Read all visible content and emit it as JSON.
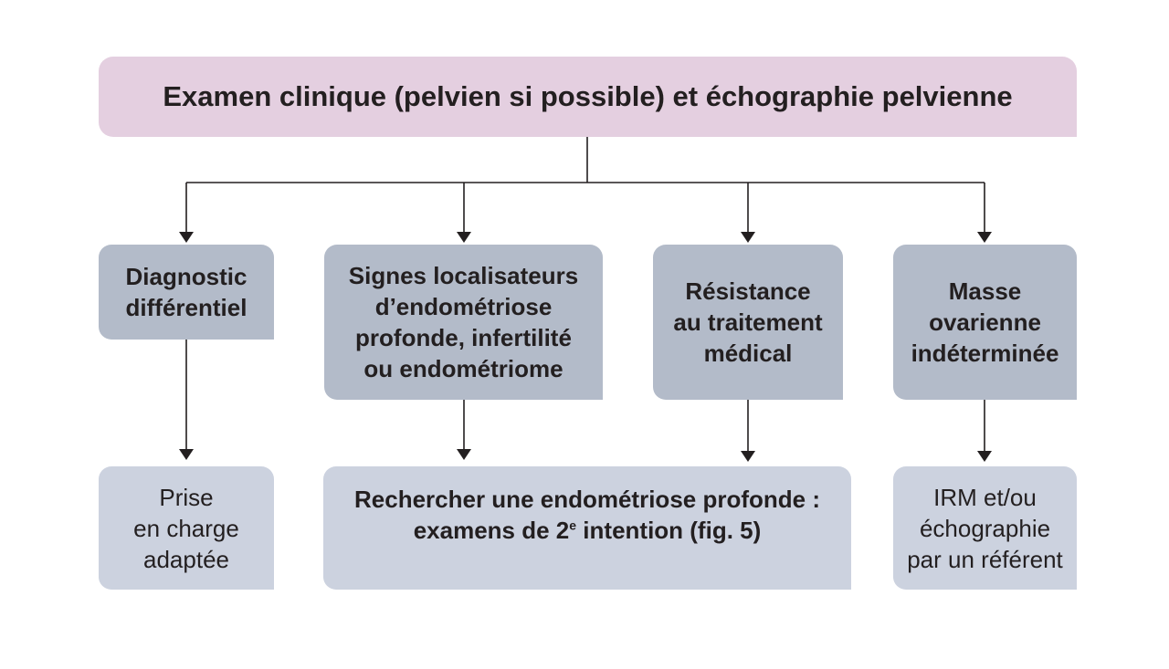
{
  "title": "Examen clinique (pelvien si possible) et échographie pelvienne",
  "branches": [
    {
      "lines": [
        "Diagnostic",
        "différentiel"
      ]
    },
    {
      "lines": [
        "Signes localisateurs",
        "d’endométriose",
        "profonde, infertilité",
        "ou endométriome"
      ]
    },
    {
      "lines": [
        "Résistance",
        "au traitement",
        "médical"
      ]
    },
    {
      "lines": [
        "Masse",
        "ovarienne",
        "indéterminée"
      ]
    }
  ],
  "outcomes": [
    {
      "lines": [
        "Prise",
        "en charge",
        "adaptée"
      ]
    },
    {
      "line1": "Rechercher une endométriose profonde :",
      "line2_pre": "examens de 2",
      "line2_sup": "e",
      "line2_post": " intention (fig. 5)"
    },
    {
      "lines": [
        "IRM et/ou",
        "échographie",
        "par un référent"
      ]
    }
  ],
  "colors": {
    "top_box": "#e4cfe0",
    "branch_box": "#b3bbc9",
    "outcome_box": "#ccd2df",
    "connector": "#231f20"
  }
}
